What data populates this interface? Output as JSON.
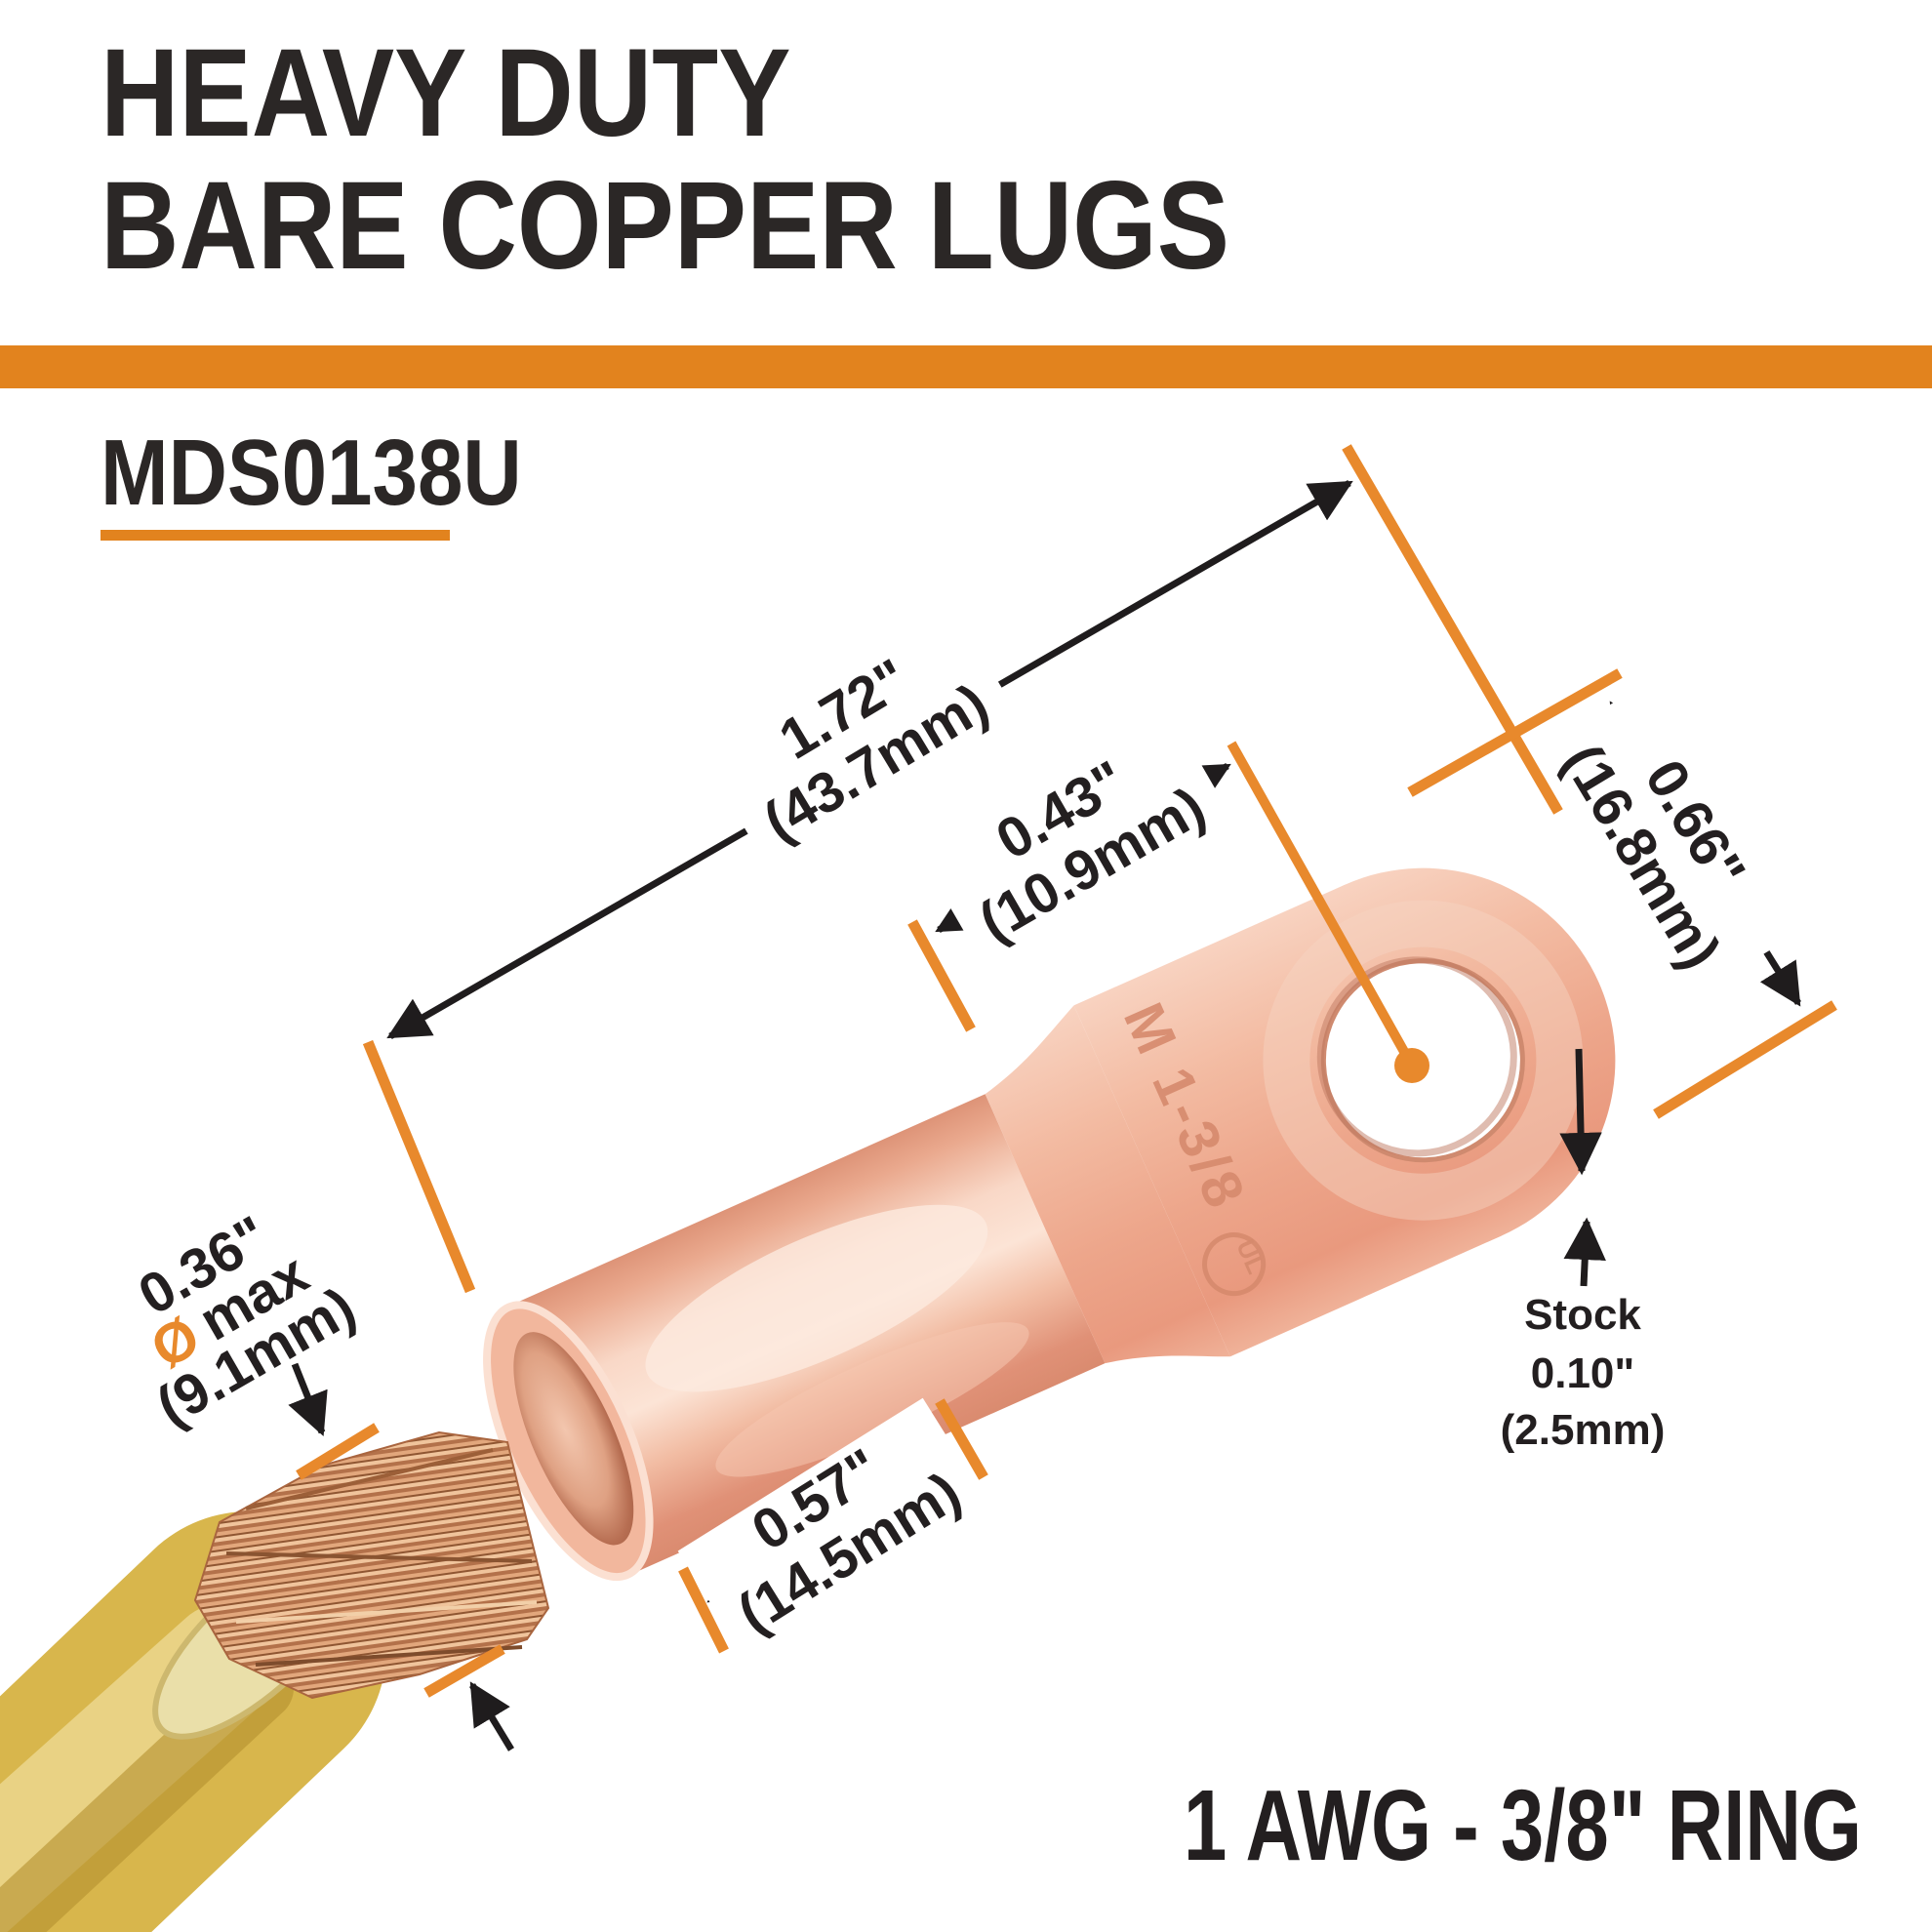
{
  "header": {
    "title_line1": "HEAVY DUTY",
    "title_line2": "BARE COPPER LUGS",
    "model": "MDS0138U"
  },
  "product": {
    "stamp": "M 1-3/8",
    "stamp_mark": "UL",
    "size_label": "1 AWG - 3/8\" RING"
  },
  "dimensions": {
    "overall_length": {
      "inches": "1.72\"",
      "metric": "(43.7mm)"
    },
    "pad_length": {
      "inches": "0.43\"",
      "metric": "(10.9mm)"
    },
    "ring_width": {
      "inches": "0.66\"",
      "metric": "(16.8mm)"
    },
    "barrel_length": {
      "inches": "0.57\"",
      "metric": "(14.5mm)"
    },
    "wire_diameter": {
      "inches": "0.36\"",
      "dia_symbol": "Ø",
      "dia_word": "max",
      "metric": "(9.1mm)"
    },
    "stock": {
      "label": "Stock",
      "inches": "0.10\"",
      "metric": "(2.5mm)"
    }
  },
  "colors": {
    "accent_orange": "#e2831e",
    "tick_orange": "#e8892c",
    "ink": "#231f20",
    "copper_light": "#f8d3c1",
    "copper_dark": "#e9997e",
    "insulation_yellow": "#d8b64c"
  }
}
